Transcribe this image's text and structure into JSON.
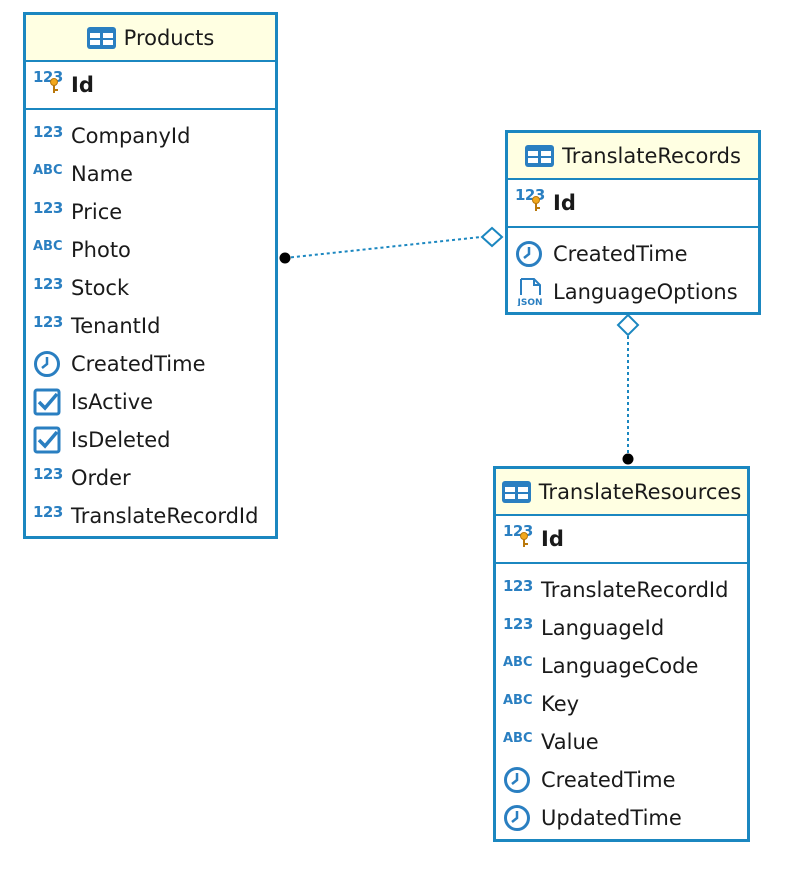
{
  "entities": {
    "products": {
      "title": "Products",
      "pk": {
        "name": "Id",
        "icon": "123-key-icon"
      },
      "attributes": [
        {
          "name": "CompanyId",
          "icon": "123"
        },
        {
          "name": "Name",
          "icon": "ABC"
        },
        {
          "name": "Price",
          "icon": "123"
        },
        {
          "name": "Photo",
          "icon": "ABC"
        },
        {
          "name": "Stock",
          "icon": "123"
        },
        {
          "name": "TenantId",
          "icon": "123"
        },
        {
          "name": "CreatedTime",
          "icon": "clock-icon"
        },
        {
          "name": "IsActive",
          "icon": "checkbox-icon"
        },
        {
          "name": "IsDeleted",
          "icon": "checkbox-icon"
        },
        {
          "name": "Order",
          "icon": "123"
        },
        {
          "name": "TranslateRecordId",
          "icon": "123"
        }
      ]
    },
    "translate_records": {
      "title": "TranslateRecords",
      "pk": {
        "name": "Id",
        "icon": "123-key-icon"
      },
      "attributes": [
        {
          "name": "CreatedTime",
          "icon": "clock-icon"
        },
        {
          "name": "LanguageOptions",
          "icon": "json-icon"
        }
      ]
    },
    "translate_resources": {
      "title": "TranslateResources",
      "pk": {
        "name": "Id",
        "icon": "123-key-icon"
      },
      "attributes": [
        {
          "name": "TranslateRecordId",
          "icon": "123"
        },
        {
          "name": "LanguageId",
          "icon": "123"
        },
        {
          "name": "LanguageCode",
          "icon": "ABC"
        },
        {
          "name": "Key",
          "icon": "ABC"
        },
        {
          "name": "Value",
          "icon": "ABC"
        },
        {
          "name": "CreatedTime",
          "icon": "clock-icon"
        },
        {
          "name": "UpdatedTime",
          "icon": "clock-icon"
        }
      ]
    }
  },
  "icon_text": {
    "numeric": "123",
    "string": "ABC",
    "json": "JSON"
  },
  "relations": [
    {
      "from": "Products",
      "to": "TranslateRecords",
      "style": "dotted"
    },
    {
      "from": "TranslateResources",
      "to": "TranslateRecords",
      "style": "dotted"
    }
  ],
  "colors": {
    "border": "#1b87c0",
    "header_bg": "#ffffe2",
    "icon": "#2a7fc1",
    "link": "#1b87c0"
  }
}
